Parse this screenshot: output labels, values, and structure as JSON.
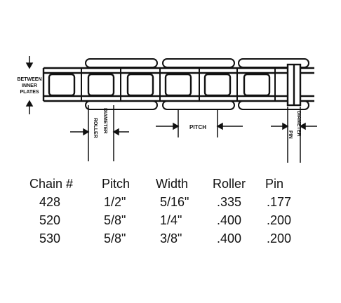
{
  "diagram": {
    "label_between": [
      "BETWEEN",
      "INNER",
      "PLATES"
    ],
    "label_roller": "ROLLER",
    "label_roller_diameter": "DIAMETER",
    "label_pitch": "PITCH",
    "label_pin": "PIN",
    "label_pin_diameter": "DIAMETER"
  },
  "table": {
    "headers": [
      "Chain #",
      "Pitch",
      "Width",
      "Roller",
      "Pin"
    ],
    "rows": [
      [
        "428",
        "1/2\"",
        "5/16\"",
        ".335",
        ".177"
      ],
      [
        "520",
        "5/8\"",
        "1/4\"",
        ".400",
        ".200"
      ],
      [
        "530",
        "5/8\"",
        "3/8\"",
        ".400",
        ".200"
      ]
    ]
  }
}
